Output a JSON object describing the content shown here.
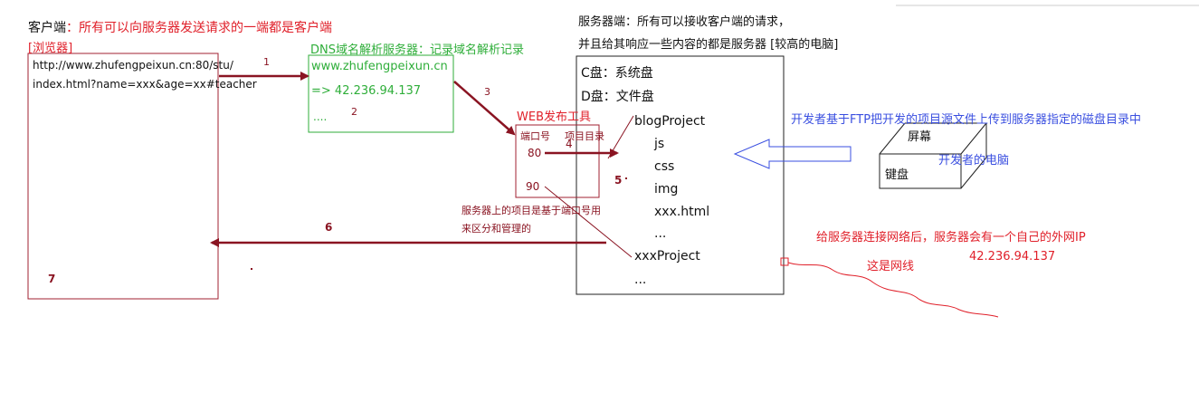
{
  "client": {
    "heading_prefix": "客户端",
    "heading_desc": "：所有可以向服务器发送请求的一端都是客户端",
    "browser_label": "[浏览器]",
    "url_line1": "http://www.zhufengpeixun.cn:80/stu/",
    "url_line2": "index.html?name=xxx&age=xx#teacher"
  },
  "dns": {
    "title": "DNS域名解析服务器：记录域名解析记录",
    "domain": "www.zhufengpeixun.cn",
    "ip_line": "=> 42.236.94.137",
    "more": "...."
  },
  "server": {
    "heading_line1": "服务器端：所有可以接收客户端的请求，",
    "heading_line2": "并且给其响应一些内容的都是服务器   [较高的电脑]",
    "disk_c": "C盘：系统盘",
    "disk_d": "D盘：文件盘",
    "project1": "blogProject",
    "files": [
      "js",
      "css",
      "img",
      "xxx.html",
      "..."
    ],
    "project2": "xxxProject",
    "more": "..."
  },
  "web_tool": {
    "title": "WEB发布工具",
    "col_port": "端口号",
    "col_dir": "项目目录",
    "port1": "80",
    "port2": "90",
    "note_line1": "服务器上的项目是基于端口号用",
    "note_line2": "来区分和管理的"
  },
  "developer": {
    "ftp_note": "开发者基于FTP把开发的项目源文件上传到服务器指定的磁盘目录中",
    "screen": "屏幕",
    "keyboard": "键盘",
    "pc_label": "开发者的电脑"
  },
  "network": {
    "note": "给服务器连接网络后，服务器会有一个自己的外网IP",
    "cable_label": "这是网线",
    "ip": "42.236.94.137"
  },
  "steps": [
    "1",
    "2",
    "3",
    "4",
    "5",
    "6",
    "7"
  ],
  "colors": {
    "dark_red": "#8a1422",
    "red": "#e0202a",
    "green": "#2fae3a",
    "blue": "#3a4fe0"
  }
}
